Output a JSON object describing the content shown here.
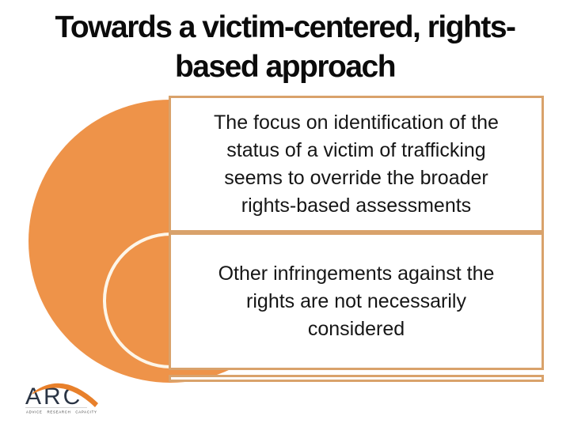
{
  "slide": {
    "title": "Towards a victim-centered, rights-\nbased approach",
    "boxes": [
      {
        "text": "The focus on identification of the\nstatus of a victim of trafficking\nseems to override the broader\nrights-based assessments"
      },
      {
        "text": "Other infringements against the\nrights are not necessarily\nconsidered"
      },
      {
        "text": ""
      }
    ],
    "logo": {
      "acronym": "ARC",
      "tagline": "ADVICE RESEARCH CAPACITY"
    }
  },
  "colors": {
    "circle_fill": "#EE9349",
    "box_border": "#D9A26B",
    "inner_stroke": "#FDF6E9",
    "title_color": "#0B0B0B",
    "body_text": "#161616",
    "logo_dark": "#2A3444",
    "logo_swoosh": "#E8802B"
  }
}
